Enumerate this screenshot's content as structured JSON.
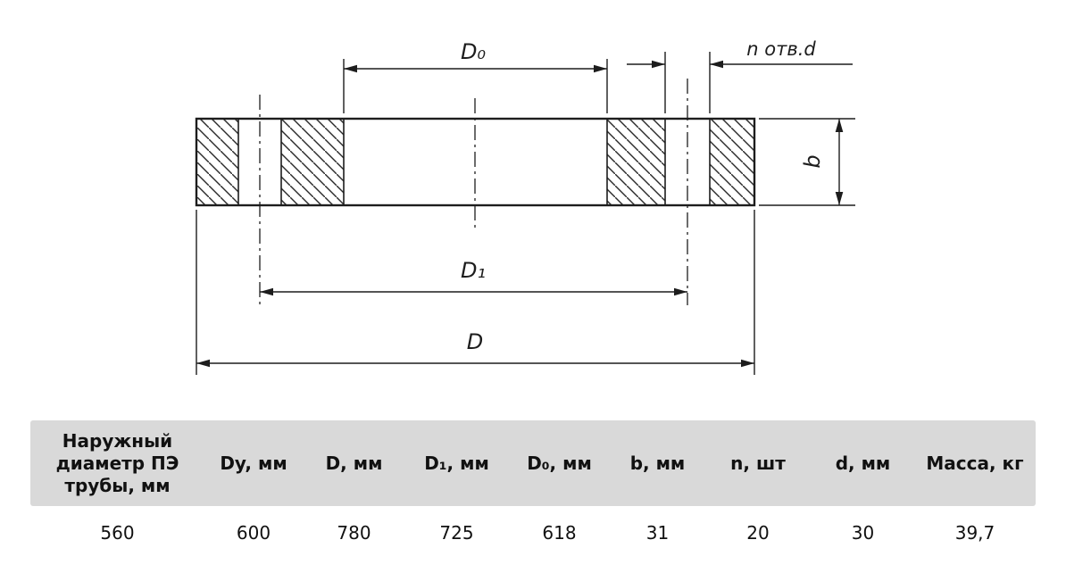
{
  "drawing": {
    "labels": {
      "d0": "D₀",
      "holes": "n отв.d",
      "b": "b",
      "d1": "D₁",
      "d": "D"
    }
  },
  "table": {
    "headers": [
      "Наружный диаметр ПЭ трубы, мм",
      "Dy, мм",
      "D, мм",
      "D₁, мм",
      "D₀, мм",
      "b, мм",
      "n, шт",
      "d, мм",
      "Масса, кг"
    ],
    "values": [
      "560",
      "600",
      "780",
      "725",
      "618",
      "31",
      "20",
      "30",
      "39,7"
    ]
  }
}
